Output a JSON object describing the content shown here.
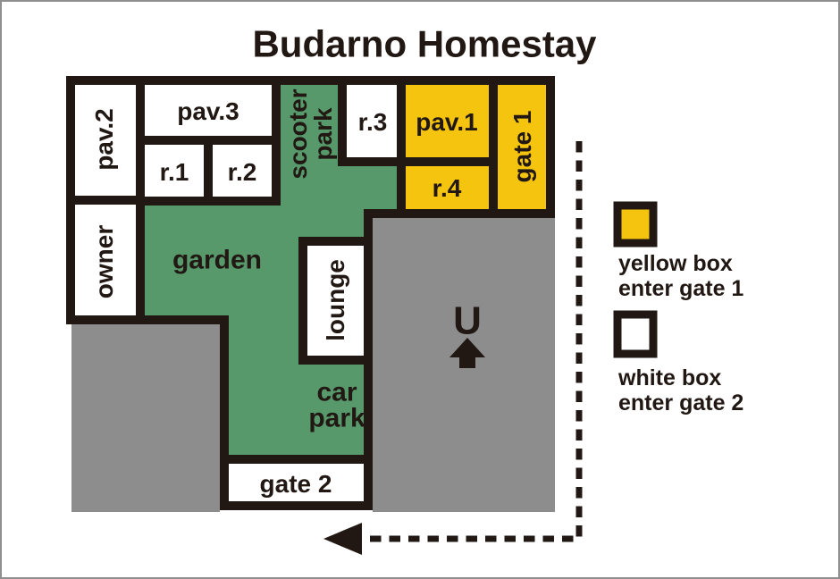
{
  "title": "Budarno Homestay",
  "colors": {
    "yellow": "#F5C40F",
    "green": "#57996B",
    "gray": "#8D8D8D",
    "line": "#211813",
    "white": "#FFFFFF"
  },
  "map": {
    "rooms": {
      "pav2": "pav.2",
      "pav3": "pav.3",
      "r1": "r.1",
      "r2": "r.2",
      "r3": "r.3",
      "pav1": "pav.1",
      "r4": "r.4",
      "gate1": "gate 1",
      "owner": "owner",
      "lounge": "lounge",
      "gate2": "gate 2"
    },
    "areas": {
      "scooter_park": {
        "line1": "scooter",
        "line2": "park"
      },
      "garden": "garden",
      "car_park": {
        "line1": "car",
        "line2": "park"
      }
    },
    "north_indicator": "U"
  },
  "legend": {
    "yellow": {
      "line1": "yellow box",
      "line2": "enter gate 1"
    },
    "white": {
      "line1": "white box",
      "line2": "enter gate 2"
    }
  }
}
